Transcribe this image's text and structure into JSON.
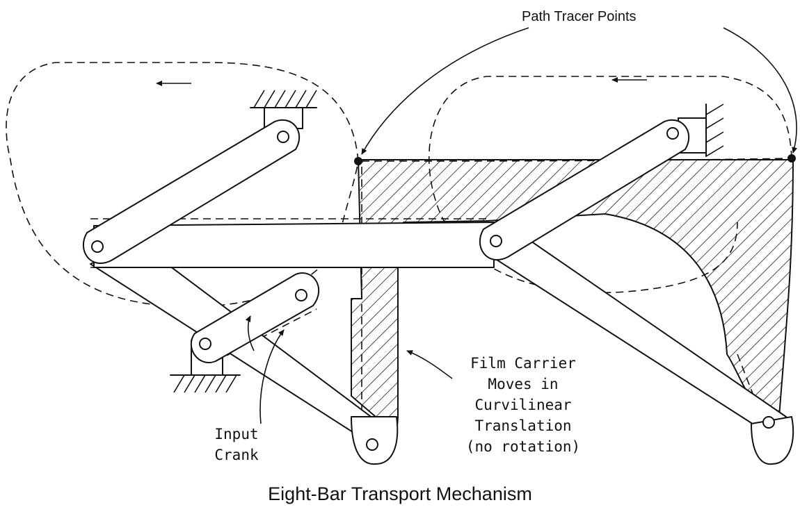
{
  "title": "Eight-Bar Transport Mechanism",
  "labels": {
    "path_tracer": "Path Tracer Points",
    "film_carrier": [
      "Film Carrier",
      "Moves in",
      "Curvilinear",
      "Translation",
      "(no rotation)"
    ],
    "input_crank": [
      "Input",
      "Crank"
    ]
  }
}
